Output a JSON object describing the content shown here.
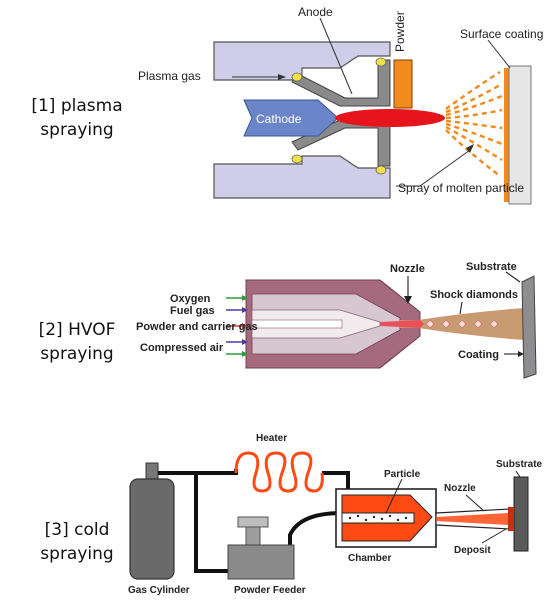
{
  "rows": [
    {
      "label_line1": "[1] plasma",
      "label_line2": "spraying",
      "callouts": {
        "plasma_gas": "Plasma gas",
        "anode": "Anode",
        "powder": "Powder",
        "surface_coating": "Surface coating",
        "cathode": "Cathode",
        "spray": "Spray of molten particle"
      }
    },
    {
      "label_line1": "[2] HVOF",
      "label_line2": "spraying",
      "callouts": {
        "oxygen": "Oxygen",
        "fuel_gas": "Fuel gas",
        "powder_carrier": "Powder and carrier gas",
        "compressed_air": "Compressed air",
        "nozzle": "Nozzle",
        "substrate": "Substrate",
        "shock_diamonds": "Shock diamonds",
        "coating": "Coating"
      }
    },
    {
      "label_line1": "[3] cold",
      "label_line2": "spraying",
      "callouts": {
        "heater": "Heater",
        "particle": "Particle",
        "nozzle": "Nozzle",
        "substrate": "Substrate",
        "chamber": "Chamber",
        "deposit": "Deposit",
        "gas_cylinder": "Gas Cylinder",
        "powder_feeder": "Powder Feeder"
      }
    }
  ],
  "colors": {
    "torch_body": "#cfcde8",
    "electrode_gray": "#8a8a8a",
    "cathode_blue": "#6b86c8",
    "plasma_red": "#e8141c",
    "spray_orange": "#f28a1c",
    "hvof_body": "#a66a7e",
    "cold_orange": "#ff4a14",
    "dark_gray": "#555555"
  }
}
